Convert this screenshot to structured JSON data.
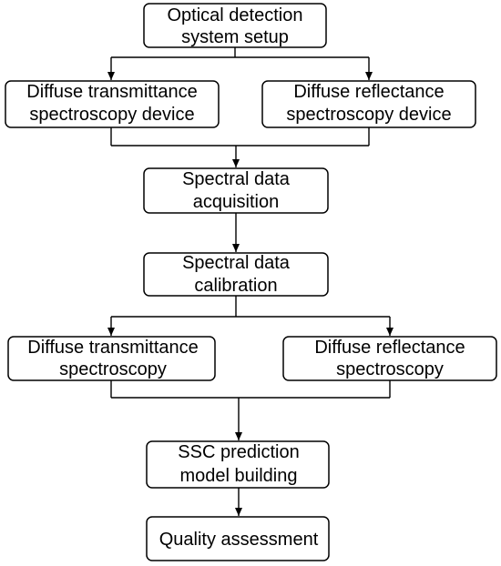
{
  "nodes": {
    "setup": {
      "lines": [
        "Optical detection",
        "system setup"
      ]
    },
    "dt_device": {
      "lines": [
        "Diffuse transmittance",
        "spectroscopy device"
      ]
    },
    "dr_device": {
      "lines": [
        "Diffuse reflectance",
        "spectroscopy device"
      ]
    },
    "acquisition": {
      "lines": [
        "Spectral data",
        "acquisition"
      ]
    },
    "calibration": {
      "lines": [
        "Spectral data",
        "calibration"
      ]
    },
    "dt_spec": {
      "lines": [
        "Diffuse transmittance",
        "spectroscopy"
      ]
    },
    "dr_spec": {
      "lines": [
        "Diffuse reflectance",
        "spectroscopy"
      ]
    },
    "model": {
      "lines": [
        "SSC prediction",
        "model building"
      ]
    },
    "quality": {
      "lines": [
        "Quality assessment"
      ]
    }
  },
  "edges": [
    {
      "from": "setup",
      "to": [
        "dt_device",
        "dr_device"
      ]
    },
    {
      "from": [
        "dt_device",
        "dr_device"
      ],
      "to": "acquisition"
    },
    {
      "from": "acquisition",
      "to": "calibration"
    },
    {
      "from": "calibration",
      "to": [
        "dt_spec",
        "dr_spec"
      ]
    },
    {
      "from": [
        "dt_spec",
        "dr_spec"
      ],
      "to": "model"
    },
    {
      "from": "model",
      "to": "quality"
    }
  ]
}
